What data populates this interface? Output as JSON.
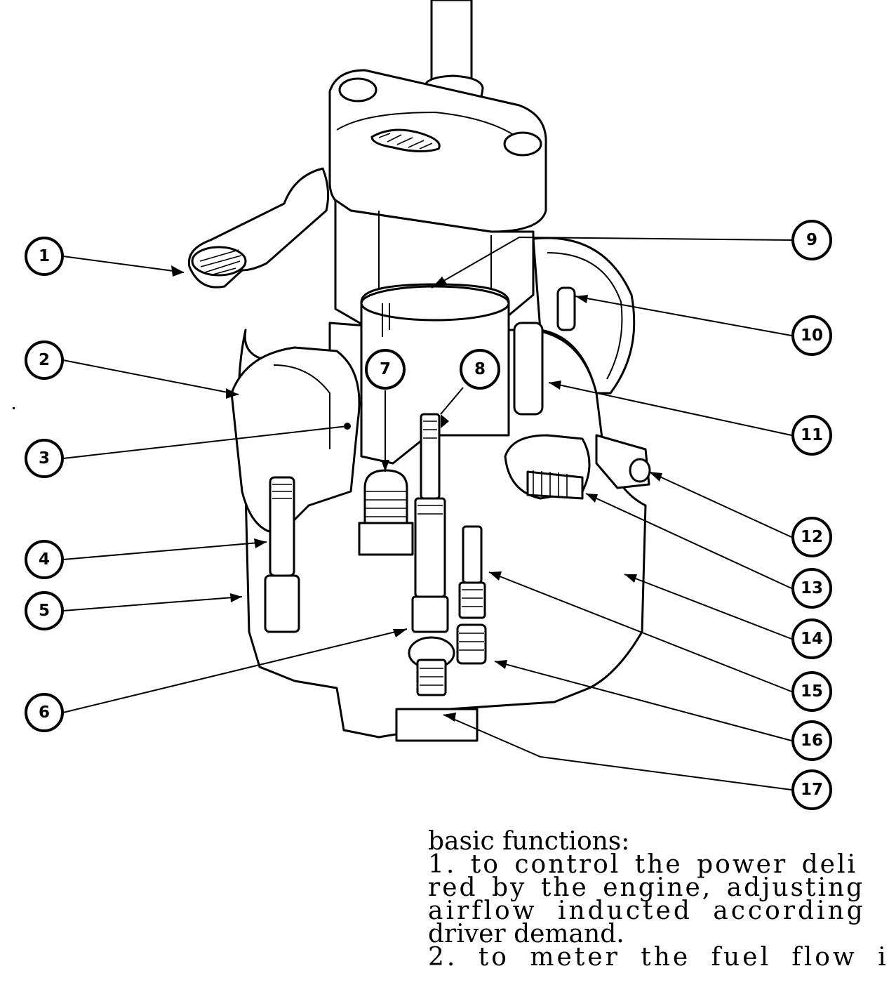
{
  "callouts": [
    "1",
    "2",
    "3",
    "4",
    "5",
    "6",
    "7",
    "8",
    "9",
    "10",
    "11",
    "12",
    "13",
    "14",
    "15",
    "16",
    "17"
  ],
  "body_text": {
    "line1": "basic functions:",
    "line2": "1. to control the power deli",
    "line3": "red by the engine, adjusting",
    "line4": "airflow inducted according",
    "line5": "driver demand.",
    "line6": "2. to meter the fuel flow i"
  }
}
